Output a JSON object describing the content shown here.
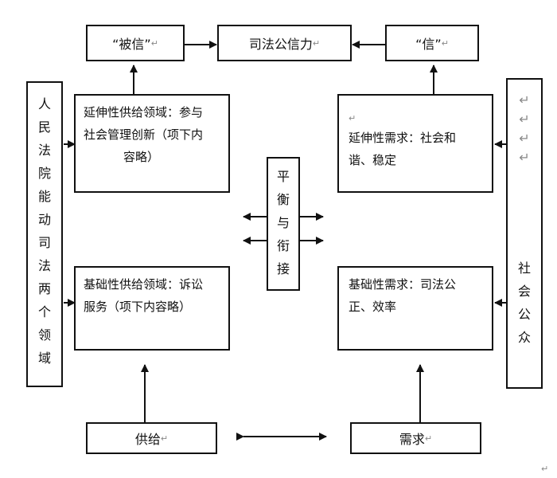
{
  "top": {
    "bei_xin": "“被信”",
    "sifa_gongxinli": "司法公信力",
    "xin": "“信”"
  },
  "left_column": {
    "chars": [
      "人",
      "民",
      "法",
      "院",
      "能",
      "动",
      "司",
      "法",
      "两",
      "个",
      "领",
      "域"
    ]
  },
  "right_column": {
    "chars": [
      "社",
      "会",
      "公",
      "众"
    ]
  },
  "center_column": {
    "chars": [
      "平",
      "衡",
      "与",
      "衔",
      "接"
    ]
  },
  "supply_extended": {
    "line1": "延伸性供给领域：参与",
    "line2": "社会管理创新（项下内",
    "line3": "容略）"
  },
  "supply_basic": {
    "line1": "基础性供给领域：诉讼",
    "line2": "服务（项下内容略）"
  },
  "demand_extended": {
    "line1": "延伸性需求：社会和",
    "line2": "谐、稳定"
  },
  "demand_basic": {
    "line1": "基础性需求：司法公",
    "line2": "正、效率"
  },
  "bottom": {
    "supply": "供给",
    "demand": "需求"
  },
  "paragraph_mark": "↵"
}
